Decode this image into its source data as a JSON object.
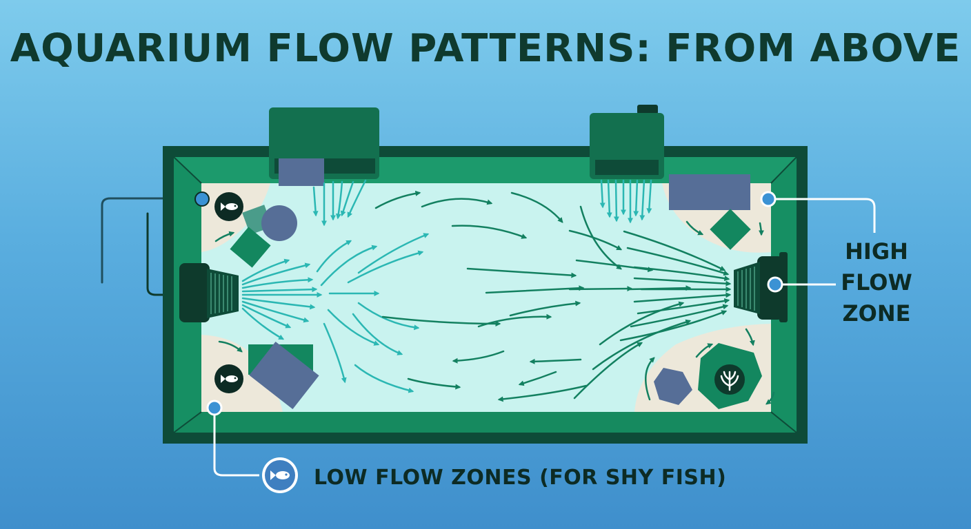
{
  "title": "AQUARIUM FLOW PATTERNS: FROM ABOVE",
  "callouts": {
    "high_flow": {
      "lines": [
        "HIGH",
        "FLOW",
        "ZONE"
      ]
    },
    "low_flow": {
      "label": "LOW FLOW ZONES (FOR SHY FISH)"
    }
  },
  "icons": [
    "fish-icon",
    "plant-icon",
    "filter-icon",
    "powerhead-icon"
  ],
  "colors": {
    "tank_frame": "#0e4b38",
    "tank_rim": "#1c9a6c",
    "water": "#c9f3ef",
    "sand": "#ede8da",
    "flow_arrow_teal": "#2bb7b3",
    "flow_arrow_green": "#138060",
    "decor_slate": "#566e97",
    "decor_green": "#13875f",
    "marker": "#3b92d4"
  }
}
